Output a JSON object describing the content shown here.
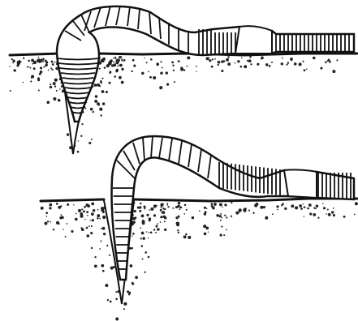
{
  "illustration": {
    "subject": "earthworm-burrowing",
    "panels": [
      {
        "name": "worm-entering-soil-top",
        "segment_count": 34
      },
      {
        "name": "worm-entering-soil-bottom",
        "segment_count": 36
      }
    ],
    "ink_color": "#111111",
    "paper_color": "#ffffff"
  }
}
